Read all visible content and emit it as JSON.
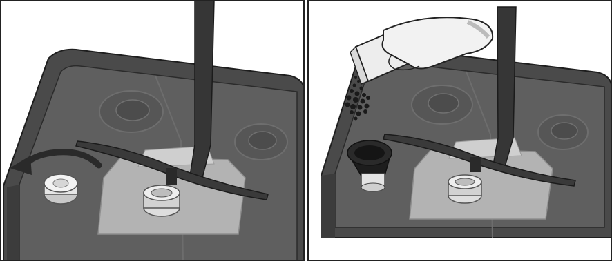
{
  "figure": {
    "panels": [
      {
        "id": "left",
        "depicts": [
          "dishwasher-base-tub",
          "lower-spray-arm",
          "filter-assembly",
          "salt-reservoir-cap",
          "rotation-arrow"
        ]
      },
      {
        "id": "right",
        "depicts": [
          "dishwasher-base-tub",
          "lower-spray-arm",
          "filter-assembly",
          "salt-funnel",
          "hand-pouring-salt-box",
          "salt-granules"
        ]
      }
    ],
    "colors": {
      "tub_dark": "#4a4a4a",
      "tub_mid": "#5f5f5f",
      "tub_light": "#7a7a7a",
      "filter_area": "#b3b3b3",
      "arm": "#3a3a3a",
      "arrow": "#2a2a2a",
      "cap": "#e6e6e6",
      "hand": "#f2f2f2",
      "salt": "#1a1a1a",
      "frame": "#222222"
    }
  }
}
